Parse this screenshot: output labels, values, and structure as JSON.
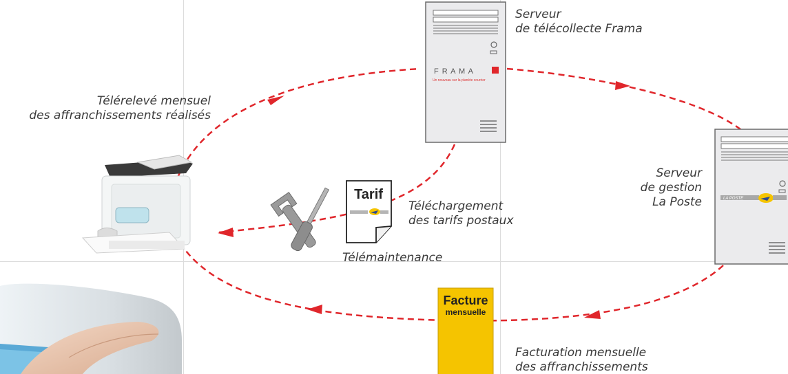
{
  "nodes": {
    "frama_server": {
      "line1": "Serveur",
      "line2": "de télécollecte Frama",
      "logo": "F R A M A",
      "tagline": "Un nouveau sur la planète courrier"
    },
    "laposte_server": {
      "line1": "Serveur",
      "line2": "de gestion",
      "line3": "La Poste",
      "logo": "LA POSTE"
    },
    "tarif_doc": {
      "title": "Tarif"
    },
    "facture_doc": {
      "title": "Facture",
      "subtitle": "mensuelle"
    }
  },
  "edges": {
    "telereleve": {
      "line1": "Télérelevé mensuel",
      "line2": "des affranchissements réalisés"
    },
    "telechargement": {
      "line1": "Téléchargement",
      "line2": "des tarifs postaux"
    },
    "telemaintenance": {
      "label": "Télémaintenance"
    },
    "facturation": {
      "line1": "Facturation mensuelle",
      "line2": "des affranchissements"
    }
  },
  "colors": {
    "arrow": "#e0262b",
    "facture": "#f5c400",
    "server": "#ebebed",
    "grid": "#dcdcdc"
  },
  "icons": [
    "franking-machine-icon",
    "tools-icon",
    "server-icon",
    "document-icon"
  ]
}
